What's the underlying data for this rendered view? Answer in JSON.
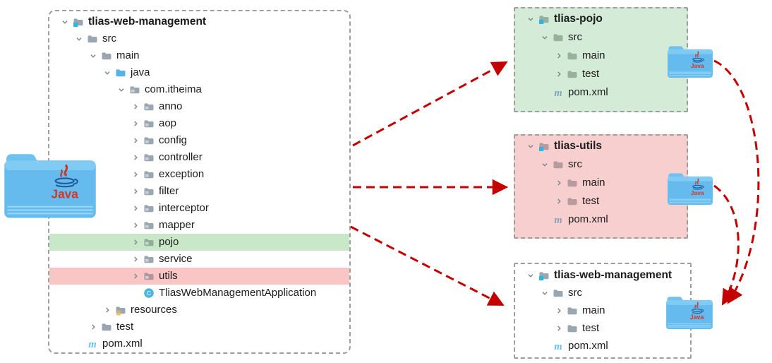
{
  "colors": {
    "arrow_red": "#c40000",
    "box_border": "#9e9e9e",
    "green_fill": "#d4ecd7",
    "green_row": "#c9e8ca",
    "pink_fill": "#f8cfcf",
    "pink_row": "#f9c5c5",
    "folder_gray": "#9aa7b0",
    "module_badge_cyan": "#2fb3e8",
    "source_folder_blue": "#58b2ea",
    "class_circle_blue": "#4eb5da",
    "maven_blue": "#64c0f2",
    "resources_stripe_yellow": "#e9b94d",
    "text": "#1b1b1b",
    "java_folder_blue": "#66bbee",
    "java_logo_red": "#d43627",
    "java_cup_blue": "#1e5d9e"
  },
  "java_folder_label": "Java",
  "main_project": {
    "rows": [
      {
        "label": "tlias-web-management",
        "level": 0,
        "chevron": "open",
        "icon": "module-folder",
        "bold": true
      },
      {
        "label": "src",
        "level": 1,
        "chevron": "open",
        "icon": "folder"
      },
      {
        "label": "main",
        "level": 2,
        "chevron": "open",
        "icon": "folder"
      },
      {
        "label": "java",
        "level": 3,
        "chevron": "open",
        "icon": "source-folder"
      },
      {
        "label": "com.itheima",
        "level": 4,
        "chevron": "open",
        "icon": "package-folder"
      },
      {
        "label": "anno",
        "level": 5,
        "chevron": "closed",
        "icon": "package-folder"
      },
      {
        "label": "aop",
        "level": 5,
        "chevron": "closed",
        "icon": "package-folder"
      },
      {
        "label": "config",
        "level": 5,
        "chevron": "closed",
        "icon": "package-folder"
      },
      {
        "label": "controller",
        "level": 5,
        "chevron": "closed",
        "icon": "package-folder"
      },
      {
        "label": "exception",
        "level": 5,
        "chevron": "closed",
        "icon": "package-folder"
      },
      {
        "label": "filter",
        "level": 5,
        "chevron": "closed",
        "icon": "package-folder"
      },
      {
        "label": "interceptor",
        "level": 5,
        "chevron": "closed",
        "icon": "package-folder"
      },
      {
        "label": "mapper",
        "level": 5,
        "chevron": "closed",
        "icon": "package-folder"
      },
      {
        "label": "pojo",
        "level": 5,
        "chevron": "closed",
        "icon": "package-folder",
        "highlight": "green"
      },
      {
        "label": "service",
        "level": 5,
        "chevron": "closed",
        "icon": "package-folder"
      },
      {
        "label": "utils",
        "level": 5,
        "chevron": "closed",
        "icon": "package-folder",
        "highlight": "pink"
      },
      {
        "label": "TliasWebManagementApplication",
        "level": 5,
        "chevron": "none",
        "icon": "class"
      },
      {
        "label": "resources",
        "level": 3,
        "chevron": "closed",
        "icon": "resources-folder"
      },
      {
        "label": "test",
        "level": 2,
        "chevron": "closed",
        "icon": "folder"
      },
      {
        "label": "pom.xml",
        "level": 1,
        "chevron": "none",
        "icon": "maven-file"
      }
    ]
  },
  "modules": [
    {
      "id": "tlias-pojo",
      "title": "tlias-pojo",
      "variant": "green",
      "rows": [
        {
          "label": "tlias-pojo",
          "level": 0,
          "chevron": "open",
          "icon": "module-folder",
          "bold": true
        },
        {
          "label": "src",
          "level": 1,
          "chevron": "open",
          "icon": "folder"
        },
        {
          "label": "main",
          "level": 2,
          "chevron": "closed",
          "icon": "folder"
        },
        {
          "label": "test",
          "level": 2,
          "chevron": "closed",
          "icon": "folder"
        },
        {
          "label": "pom.xml",
          "level": 1,
          "chevron": "none",
          "icon": "maven-file"
        }
      ]
    },
    {
      "id": "tlias-utils",
      "title": "tlias-utils",
      "variant": "pink",
      "rows": [
        {
          "label": "tlias-utils",
          "level": 0,
          "chevron": "open",
          "icon": "module-folder",
          "bold": true
        },
        {
          "label": "src",
          "level": 1,
          "chevron": "open",
          "icon": "folder"
        },
        {
          "label": "main",
          "level": 2,
          "chevron": "closed",
          "icon": "folder"
        },
        {
          "label": "test",
          "level": 2,
          "chevron": "closed",
          "icon": "folder"
        },
        {
          "label": "pom.xml",
          "level": 1,
          "chevron": "none",
          "icon": "maven-file"
        }
      ]
    },
    {
      "id": "tlias-web-management",
      "title": "tlias-web-management",
      "variant": "plain",
      "rows": [
        {
          "label": "tlias-web-management",
          "level": 0,
          "chevron": "open",
          "icon": "module-folder",
          "bold": true
        },
        {
          "label": "src",
          "level": 1,
          "chevron": "open",
          "icon": "folder"
        },
        {
          "label": "main",
          "level": 2,
          "chevron": "closed",
          "icon": "folder"
        },
        {
          "label": "test",
          "level": 2,
          "chevron": "closed",
          "icon": "folder"
        },
        {
          "label": "pom.xml",
          "level": 1,
          "chevron": "none",
          "icon": "maven-file"
        }
      ]
    }
  ],
  "relations": [
    {
      "from": "pojo package",
      "to": "tlias-pojo module"
    },
    {
      "from": "utils package",
      "to": "tlias-utils module"
    },
    {
      "from": "main project",
      "to": "tlias-web-management module"
    },
    {
      "from": "tlias-pojo jar",
      "to": "tlias-web-management jar"
    },
    {
      "from": "tlias-utils jar",
      "to": "tlias-web-management jar"
    }
  ]
}
